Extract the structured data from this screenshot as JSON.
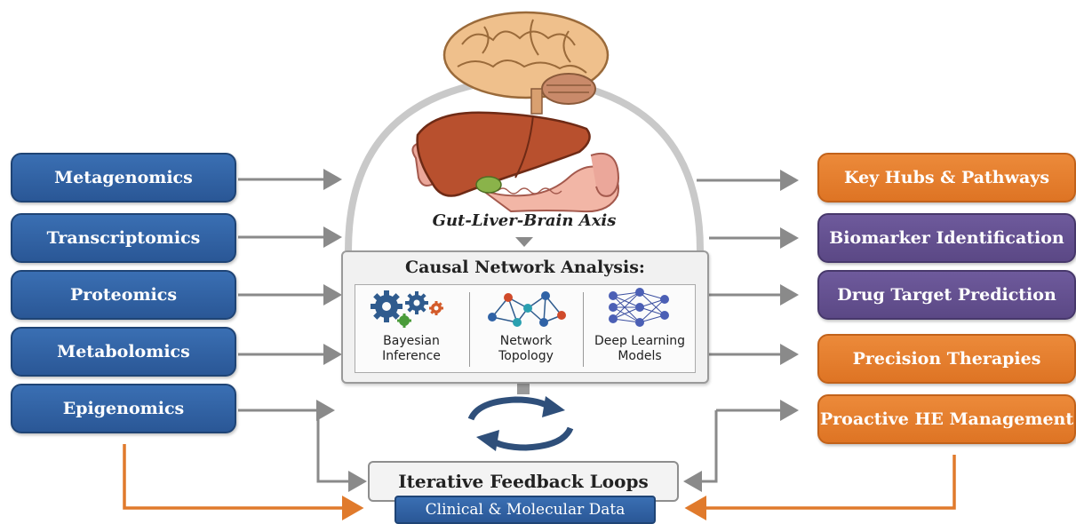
{
  "inputs": [
    "Metagenomics",
    "Transcriptomics",
    "Proteomics",
    "Metabolomics",
    "Epigenomics"
  ],
  "axis_label": "Gut-Liver-Brain Axis",
  "causal": {
    "title": "Causal Network Analysis:",
    "methods": [
      {
        "label": "Bayesian\nInference",
        "icon": "gears-icon"
      },
      {
        "label": "Network\nTopology",
        "icon": "network-icon"
      },
      {
        "label": "Deep Learning\nModels",
        "icon": "neural-net-icon"
      }
    ]
  },
  "outputs": [
    {
      "label": "Key Hubs & Pathways",
      "color": "#e07a2c"
    },
    {
      "label": "Biomarker Identification",
      "color": "#5e4b8b"
    },
    {
      "label": "Drug Target Prediction",
      "color": "#5e4b8b"
    },
    {
      "label": "Precision Therapies",
      "color": "#e07a2c"
    },
    {
      "label": "Proactive HE Management",
      "color": "#e07a2c"
    }
  ],
  "feedback": "Iterative Feedback Loops",
  "clinical": "Clinical & Molecular Data",
  "colors": {
    "blue": "#2f62a6",
    "orange": "#e07a2c",
    "purple": "#5e4b8b",
    "arrow": "#8a8a8a"
  }
}
